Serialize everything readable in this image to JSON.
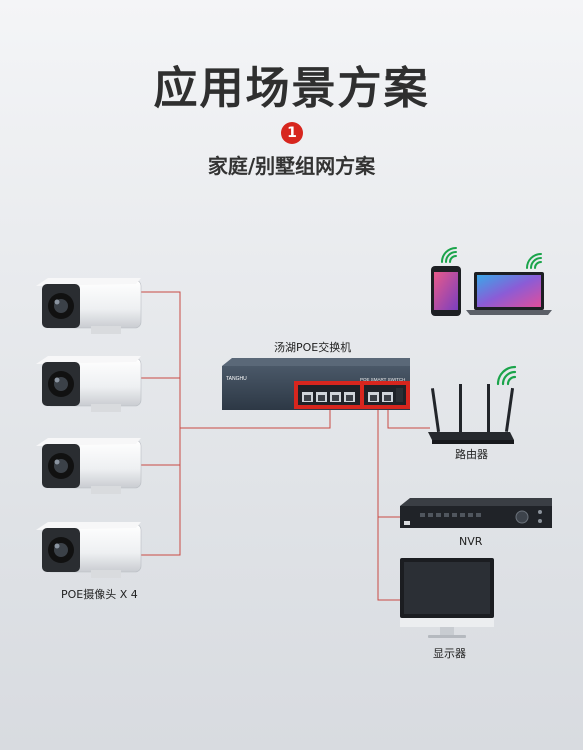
{
  "title": "应用场景方案",
  "badge_number": "1",
  "subtitle": "家庭/别墅组网方案",
  "switch": {
    "label": "汤湖POE交换机",
    "brand": "TANGHU",
    "model_text": "POE SMART SWITCH"
  },
  "devices": {
    "cameras_label": "POE摄像头 X 4",
    "router_label": "路由器",
    "nvr_label": "NVR",
    "monitor_label": "显示器"
  },
  "colors": {
    "accent": "#d7261e",
    "line": "#c94a44",
    "switch_body": "#3a4756"
  }
}
